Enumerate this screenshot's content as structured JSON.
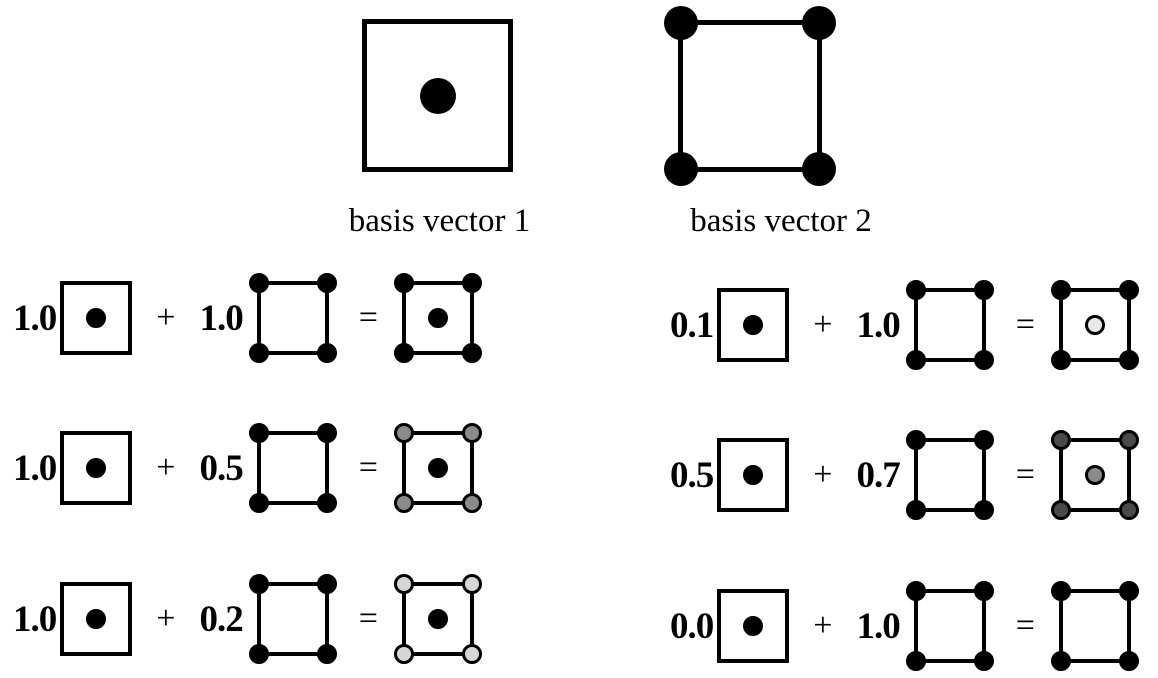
{
  "basis_figures": {
    "basis1": {
      "label": "basis vector 1"
    },
    "basis2": {
      "label": "basis vector 2"
    }
  },
  "operators": {
    "plus": "+",
    "equals": "="
  },
  "colors": {
    "ink": "#000000",
    "background": "#ffffff",
    "gray_coef_07": "#4a4a4a",
    "gray_coef_05": "#8a8a8a",
    "gray_coef_02": "#d6d6d6",
    "gray_coef_01": "#e8e8e8"
  },
  "equations": [
    {
      "coef1": "1.0",
      "coef2": "1.0",
      "result": {
        "center_fill": "#000000",
        "corner_fill": "#000000"
      }
    },
    {
      "coef1": "1.0",
      "coef2": "0.5",
      "result": {
        "center_fill": "#000000",
        "corner_fill": "#8a8a8a"
      }
    },
    {
      "coef1": "1.0",
      "coef2": "0.2",
      "result": {
        "center_fill": "#000000",
        "corner_fill": "#d6d6d6"
      }
    },
    {
      "coef1": "0.1",
      "coef2": "1.0",
      "result": {
        "center_fill": "#e8e8e8",
        "corner_fill": "#000000"
      }
    },
    {
      "coef1": "0.5",
      "coef2": "0.7",
      "result": {
        "center_fill": "#8a8a8a",
        "corner_fill": "#4a4a4a"
      }
    },
    {
      "coef1": "0.0",
      "coef2": "1.0",
      "result": {
        "center_fill": null,
        "corner_fill": "#000000"
      }
    }
  ]
}
